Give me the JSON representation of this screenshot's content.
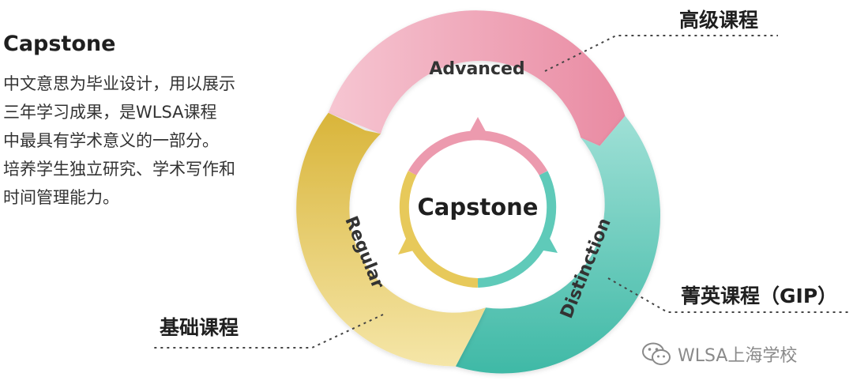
{
  "intro": {
    "title": "Capstone",
    "lines": [
      "中文意思为毕业设计，用以展示",
      "三年学习成果，是WLSA课程",
      "中最具有学术意义的一部分。",
      "培养学生独立研究、学术写作和",
      "时间管理能力。"
    ]
  },
  "diagram": {
    "center_label": "Capstone",
    "segments": [
      {
        "label": "Advanced",
        "callout": "高级课程",
        "color": "#ec9aae"
      },
      {
        "label": "Distinction",
        "callout": "菁英课程（GIP）",
        "color": "#5fcab9"
      },
      {
        "label": "Regular",
        "callout": "基础课程",
        "color": "#e7c95a"
      }
    ]
  },
  "watermark": {
    "icon": "wechat-icon",
    "text": "WLSA上海学校"
  },
  "colors": {
    "pink": "#ec9aae",
    "teal": "#5fcab9",
    "yellow": "#e7c95a"
  }
}
